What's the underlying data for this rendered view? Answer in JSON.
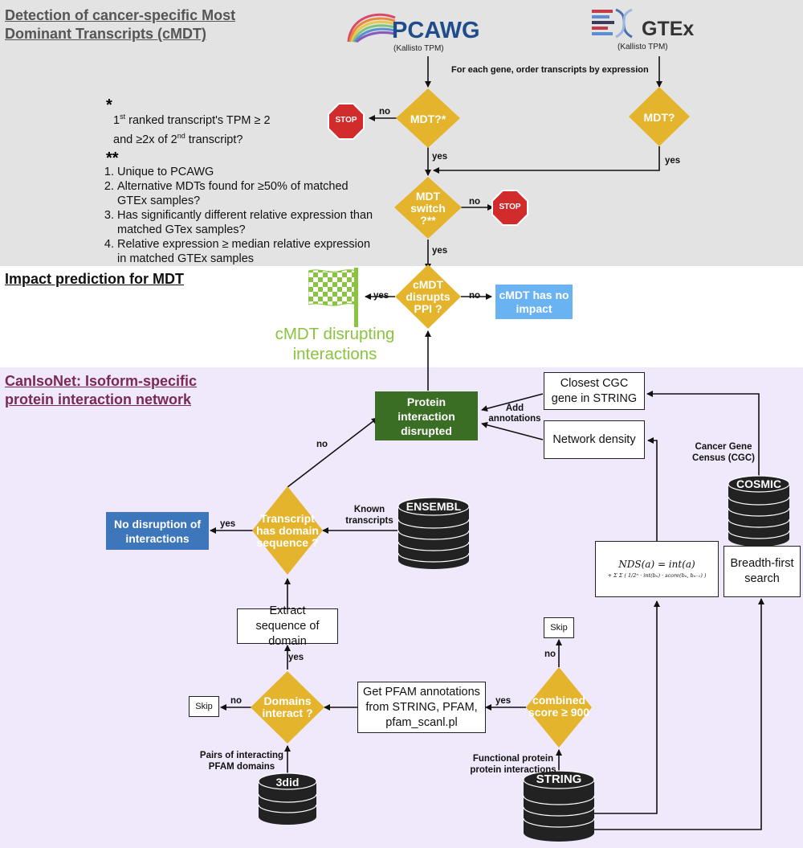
{
  "colors": {
    "diamond": "#e5b42d",
    "green_box": "#3b6e25",
    "blue_box": "#3e76bb",
    "light_blue_box": "#6ab3f2",
    "flag_green": "#8ac33f",
    "purple_text": "#7b2855",
    "section1_bg": "#e3e3e3",
    "section3_bg": "#efe9fb"
  },
  "sections": {
    "detection": "Detection of cancer-specific Most Dominant Transcripts (cMDT)",
    "detection_line1": "Detection of cancer-specific Most",
    "detection_line2": "Dominant Transcripts (cMDT)",
    "impact": "Impact prediction for MDT",
    "caniso_line1": "CanIsoNet: Isoform-specific",
    "caniso_line2": "protein interaction network"
  },
  "sources": {
    "pcawg": {
      "name": "PCAWG",
      "sub": "(Kallisto TPM)",
      "icon": "rainbow-arc-icon"
    },
    "gtex": {
      "name": "GTEx",
      "sub": "(Kallisto TPM)",
      "icon": "dna-helix-icon"
    },
    "order_note": "For each gene, order transcripts by expression"
  },
  "notes": {
    "star": "*",
    "star_line1_pre": "1",
    "star_line1_sup": "st",
    "star_line1_post": " ranked transcript's TPM ≥ 2",
    "star_line2_pre": "and ≥2x of 2",
    "star_line2_sup": "nd",
    "star_line2_post": " transcript?",
    "double_star": "**",
    "criteria": [
      "Unique to PCAWG",
      "Alternative MDTs found for ≥50% of matched GTEx samples?",
      "Has significantly different relative expression than matched GTex samples?",
      "Relative expression ≥ median relative expression in matched GTEx samples"
    ]
  },
  "diamonds": {
    "mdt_pcawg": "MDT?*",
    "mdt_gtex": "MDT?",
    "switch": "MDT switch ?**",
    "disrupts": "cMDT disrupts PPI ?",
    "has_domain": "Transcript has domain sequence ?",
    "domains_interact": "Domains interact ?",
    "combined_score": "combined score ≥ 900"
  },
  "edge_labels": {
    "no": "no",
    "yes": "yes"
  },
  "stop": "STOP",
  "boxes": {
    "no_impact": "cMDT has no impact",
    "protein_disrupted": "Protein interaction disrupted",
    "closest_cgc": "Closest CGC gene in STRING",
    "network_density": "Network density",
    "no_disruption": "No disruption of interactions",
    "extract": "Extract sequence of domain",
    "pfam": "Get PFAM annotations from STRING, PFAM, pfam_scanl.pl",
    "skip": "Skip",
    "breadth": "Breadth-first search"
  },
  "flag_label_line1": "cMDT disrupting",
  "flag_label_line2": "interactions",
  "annotations": {
    "add_annotations": "Add annotations",
    "known_transcripts": "Known transcripts",
    "cancer_gene_census": "Cancer Gene Census (CGC)",
    "pairs_pfam": "Pairs of interacting PFAM domains",
    "functional": "Functional protein protein interactions"
  },
  "databases": {
    "ensembl": "ENSEMBL",
    "cosmic": "COSMIC",
    "did3": "3did",
    "string": "STRING"
  },
  "formula": {
    "line1": "NDS(a) = int(a)",
    "line2": "+ Σ Σ ( 1/2ⁿ · int(bₙ) · score(bₙ, bₙ₋₁) )"
  }
}
